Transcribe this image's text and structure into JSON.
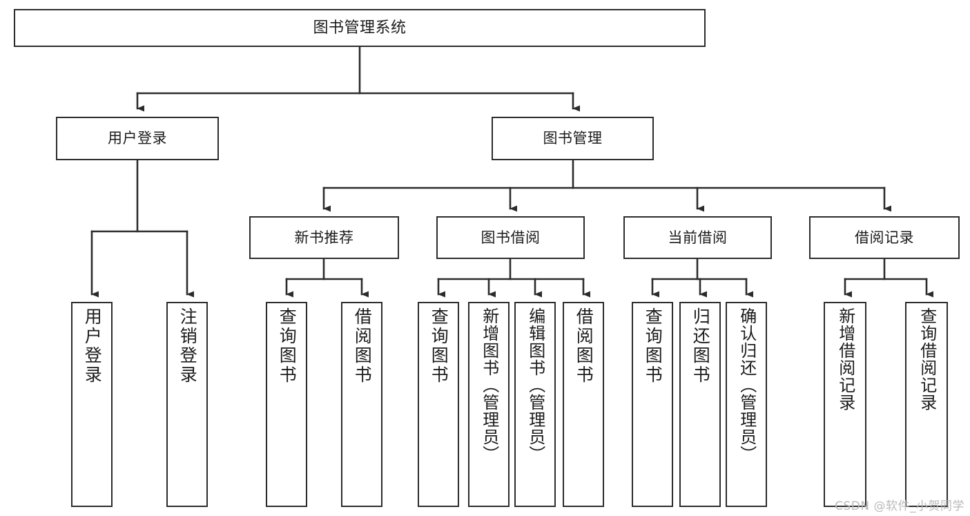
{
  "diagram": {
    "type": "tree",
    "title": "图书管理系统",
    "watermark": "CSDN @软件_小贺同学",
    "colors": {
      "box_border": "#2b2b2b",
      "box_fill": "#ffffff",
      "connector": "#2b2b2b",
      "text": "#1b1b1b",
      "watermark": "#b9b9b9"
    },
    "nodes": {
      "root": {
        "label": "图书管理系统"
      },
      "level2": [
        {
          "id": "user-login",
          "label": "用户登录"
        },
        {
          "id": "book-manage",
          "label": "图书管理"
        }
      ],
      "level3": [
        {
          "id": "new-book-rec",
          "label": "新书推荐"
        },
        {
          "id": "book-borrow",
          "label": "图书借阅"
        },
        {
          "id": "current-borrow",
          "label": "当前借阅"
        },
        {
          "id": "borrow-record",
          "label": "借阅记录"
        }
      ],
      "leaves": {
        "user_login": [
          {
            "id": "leaf-user-login",
            "label": "用户登录"
          },
          {
            "id": "leaf-logout",
            "label": "注销登录"
          }
        ],
        "new_book_rec": [
          {
            "id": "leaf-query-book-1",
            "label": "查询图书"
          },
          {
            "id": "leaf-borrow-book-1",
            "label": "借阅图书"
          }
        ],
        "book_borrow": [
          {
            "id": "leaf-query-book-2",
            "label": "查询图书"
          },
          {
            "id": "leaf-add-book",
            "label": "新增图书（管理员）"
          },
          {
            "id": "leaf-edit-book",
            "label": "编辑图书（管理员）"
          },
          {
            "id": "leaf-borrow-book-2",
            "label": "借阅图书"
          }
        ],
        "current_borrow": [
          {
            "id": "leaf-query-book-3",
            "label": "查询图书"
          },
          {
            "id": "leaf-return-book",
            "label": "归还图书"
          },
          {
            "id": "leaf-confirm-return",
            "label": "确认归还（管理员）"
          }
        ],
        "borrow_record": [
          {
            "id": "leaf-add-record",
            "label": "新增借阅记录"
          },
          {
            "id": "leaf-query-record",
            "label": "查询借阅记录"
          }
        ]
      }
    }
  }
}
